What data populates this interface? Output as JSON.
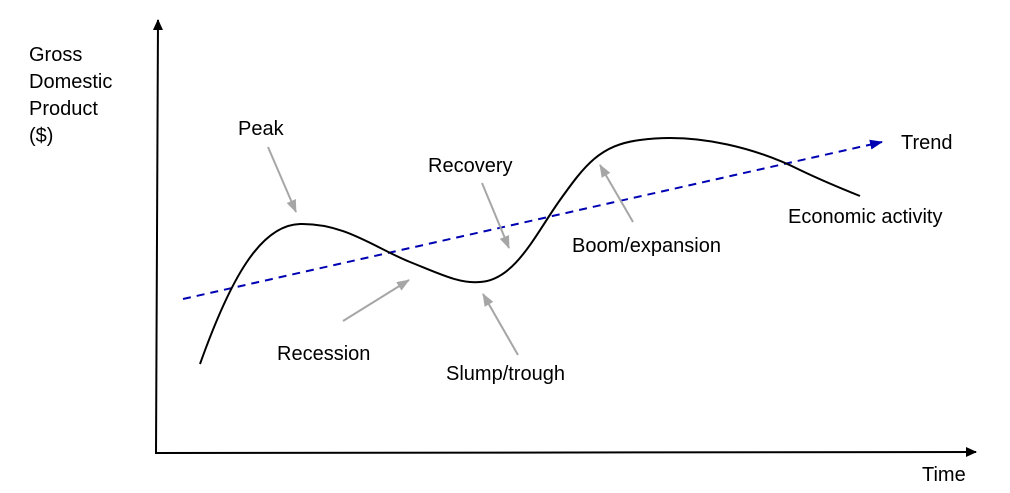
{
  "diagram": {
    "type": "line",
    "title": "",
    "y_axis": {
      "label_lines": [
        "Gross",
        "Domestic",
        "Product",
        "($)"
      ]
    },
    "x_axis": {
      "label": "Time"
    },
    "series": [
      {
        "name": "Economic activity",
        "style": "solid",
        "color": "#000000"
      },
      {
        "name": "Trend",
        "style": "dashed",
        "color": "#0000b3"
      }
    ],
    "phases": [
      {
        "key": "peak",
        "label": "Peak"
      },
      {
        "key": "recession",
        "label": "Recession"
      },
      {
        "key": "slump",
        "label": "Slump/trough"
      },
      {
        "key": "recovery",
        "label": "Recovery"
      },
      {
        "key": "boom",
        "label": "Boom/expansion"
      }
    ],
    "colors": {
      "axis": "#000000",
      "curve": "#000000",
      "trend": "#0000b3",
      "pointer": "#a6a6a6"
    }
  }
}
